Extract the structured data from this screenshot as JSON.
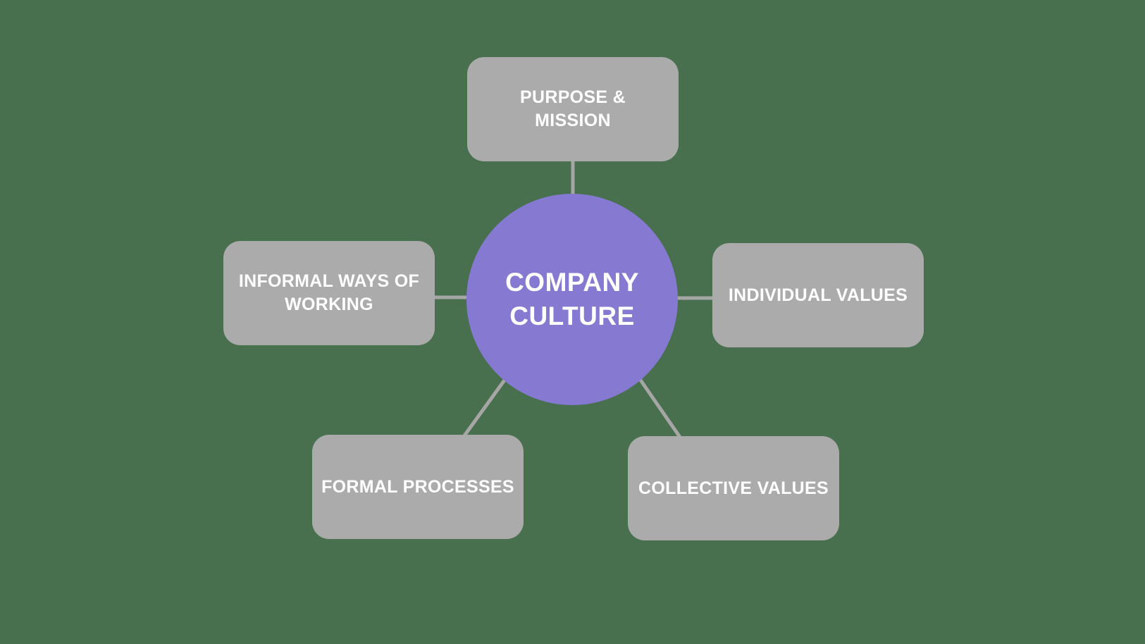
{
  "colors": {
    "background": "#48704E",
    "node_fill": "#ABABAB",
    "center_fill": "#8679D2",
    "connector": "#A6A6A6",
    "text": "#FFFFFF"
  },
  "diagram": {
    "center": {
      "label": "COMPANY\nCULTURE"
    },
    "nodes": [
      {
        "id": "purpose-mission",
        "position": "top",
        "label": "PURPOSE &\nMISSION"
      },
      {
        "id": "individual-values",
        "position": "right",
        "label": "INDIVIDUAL VALUES"
      },
      {
        "id": "collective-values",
        "position": "bottom-right",
        "label": "COLLECTIVE VALUES"
      },
      {
        "id": "formal-processes",
        "position": "bottom-left",
        "label": "FORMAL PROCESSES"
      },
      {
        "id": "informal-ways-of-working",
        "position": "left",
        "label": "INFORMAL WAYS OF\nWORKING"
      }
    ]
  }
}
